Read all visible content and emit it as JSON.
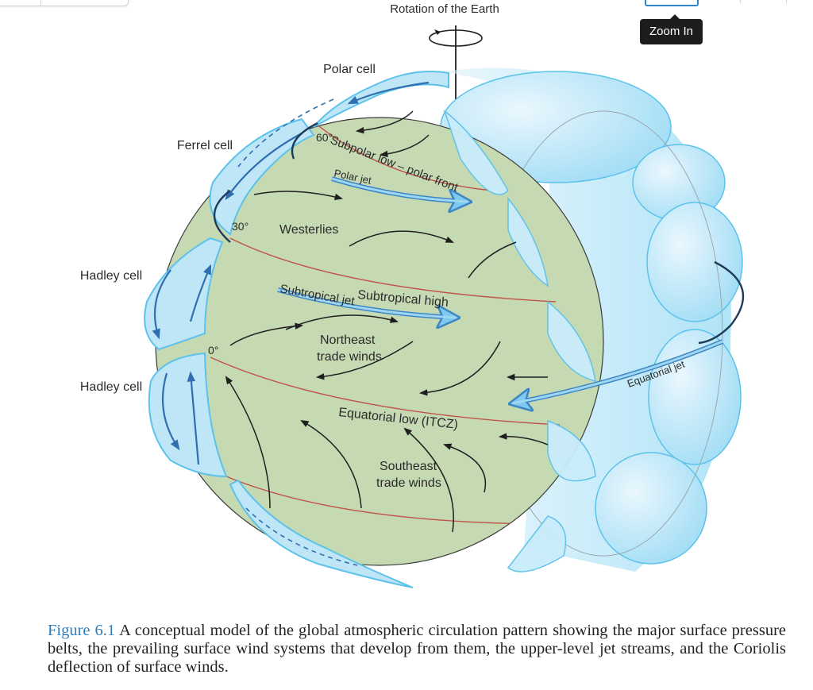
{
  "toolbar": {
    "tooltip": "Zoom In"
  },
  "diagram": {
    "rotation_label": "Rotation of the Earth",
    "cells": {
      "polar": "Polar cell",
      "ferrel": "Ferrel cell",
      "hadley_north": "Hadley cell",
      "hadley_south": "Hadley cell"
    },
    "latitudes": {
      "lat60": "60°",
      "lat30": "30°",
      "lat0": "0°"
    },
    "belts": {
      "subpolar_low": "Subpolar low – polar front",
      "polar_jet": "Polar jet",
      "westerlies": "Westerlies",
      "subtropical_high": "Subtropical high",
      "subtropical_jet": "Subtropical jet",
      "ne_trades_line1": "Northeast",
      "ne_trades_line2": "trade winds",
      "equatorial_low": "Equatorial low (ITCZ)",
      "se_trades_line1": "Southeast",
      "se_trades_line2": "trade winds",
      "equatorial_jet": "Equatorial jet"
    },
    "colors": {
      "land": "#c5d9b3",
      "air_cells": "#bfe6f7",
      "air_cell_edge": "#5cc2ea",
      "latitude_lines": "#c0524a",
      "arrows": "#1f1f1f",
      "jet": "#7fc8ef"
    }
  },
  "caption": {
    "figure_number": "Figure 6.1",
    "text": " A conceptual model of the global atmospheric circulation pattern showing the major surface pressure belts, the prevailing surface wind systems that develop from them, the upper-level jet streams, and the Coriolis deflection of surface winds."
  }
}
